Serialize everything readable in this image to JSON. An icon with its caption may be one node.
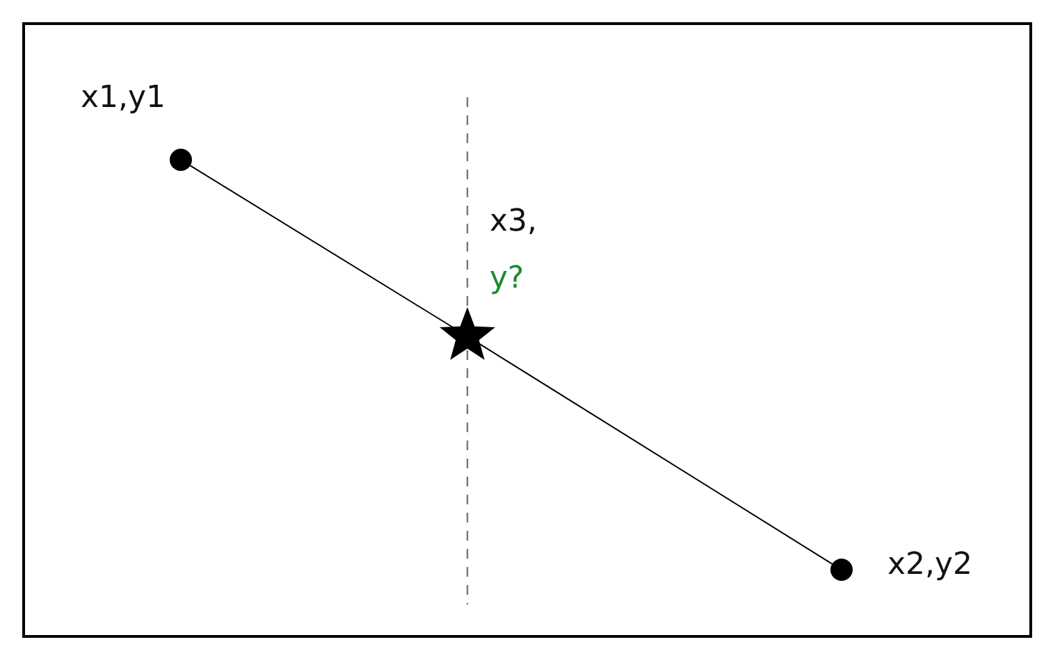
{
  "diagram": {
    "nodes": [
      {
        "text": [],
        "shape": "circle",
        "beside": [
          "x1,y1"
        ]
      },
      {
        "text": [],
        "shape": "star",
        "beside": [
          "x3,",
          "y?"
        ]
      },
      {
        "text": [],
        "shape": "circle",
        "beside": [
          "x2,y2"
        ]
      }
    ],
    "edges": [
      {
        "from": 0,
        "to": 1,
        "arrow": "none"
      },
      {
        "from": 1,
        "to": 2,
        "arrow": "none"
      }
    ]
  }
}
